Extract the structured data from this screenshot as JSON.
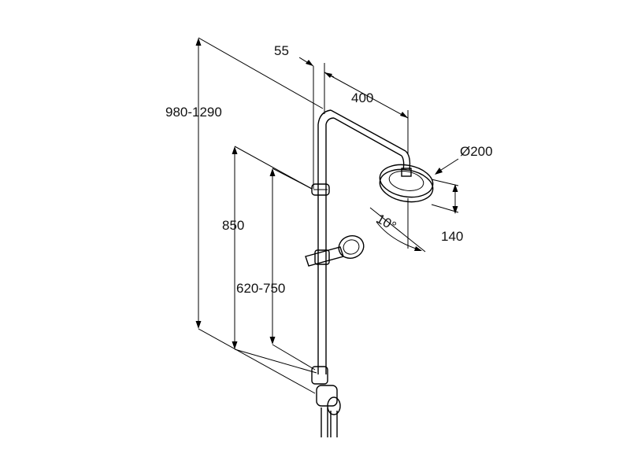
{
  "dimensions": {
    "total_height": "980-1290",
    "bar_offset": "55",
    "arm_length": "400",
    "head_diameter": "Ø200",
    "head_height": "140",
    "tilt_angle": "10°",
    "mid_height": "850",
    "slider_range": "620-750"
  },
  "colors": {
    "line": "#000000",
    "background": "#ffffff"
  }
}
